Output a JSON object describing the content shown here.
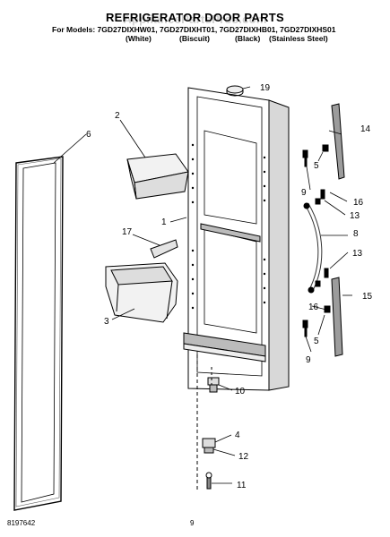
{
  "header": {
    "title": "REFRIGERATOR DOOR PARTS",
    "watermark": "AppliancePartsPros.com",
    "models_line": "For Models: 7GD27DIXHW01, 7GD27DIXHT01, 7GD27DIXHB01, 7GD27DIXHS01",
    "finishes": [
      "(White)",
      "(Biscuit)",
      "(Black)",
      "(Stainless Steel)"
    ]
  },
  "callouts": {
    "c19": "19",
    "c2": "2",
    "c6": "6",
    "c14": "14",
    "c5a": "5",
    "c9a": "9",
    "c16a": "16",
    "c13a": "13",
    "c1": "1",
    "c8": "8",
    "c17": "17",
    "c13b": "13",
    "c15": "15",
    "c3": "3",
    "c16b": "16",
    "c5b": "5",
    "c9b": "9",
    "c10": "10",
    "c4": "4",
    "c12": "12",
    "c11": "11"
  },
  "footer": {
    "doc_number": "8197642",
    "page_number": "9"
  }
}
